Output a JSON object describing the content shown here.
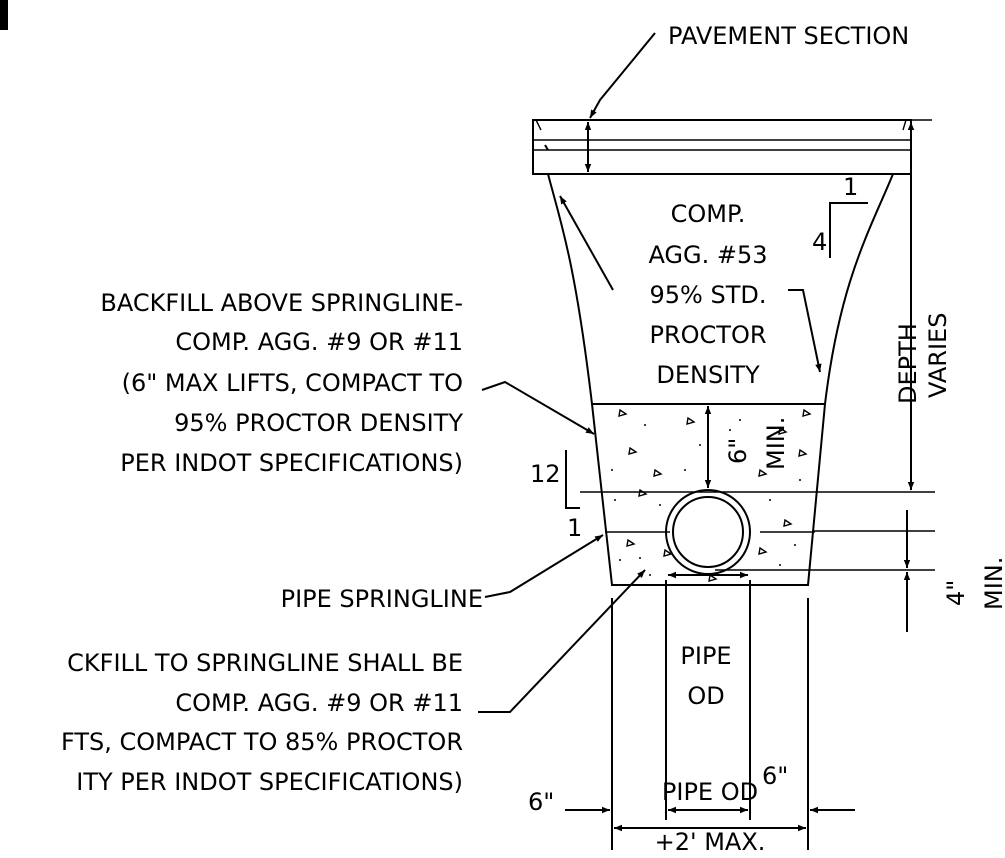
{
  "labels": {
    "pavement_section": "PAVEMENT SECTION",
    "comp_agg_53": [
      "COMP.",
      "AGG. #53",
      "95% STD.",
      "PROCTOR",
      "DENSITY"
    ],
    "slope_top_run": "1",
    "slope_top_rise": "4",
    "depth_varies": [
      "DEPTH",
      "VARIES"
    ],
    "backfill_above": [
      "BACKFILL ABOVE SPRINGLINE-",
      "COMP. AGG. #9 OR #11",
      "(6\" MAX LIFTS, COMPACT TO",
      "95% PROCTOR DENSITY",
      "PER INDOT SPECIFICATIONS)"
    ],
    "min_6": [
      "6\"",
      "MIN."
    ],
    "slope_side_rise": "12",
    "slope_side_run": "1",
    "pipe_springline": "PIPE SPRINGLINE",
    "backfill_below": [
      "CKFILL TO SPRINGLINE SHALL BE",
      "COMP. AGG. #9 OR #11",
      "FTS, COMPACT TO 85% PROCTOR",
      "ITY PER INDOT SPECIFICATIONS)"
    ],
    "min_4": [
      "4\"",
      "MIN."
    ],
    "pipe_od": [
      "PIPE",
      "OD"
    ],
    "side_left": "6\"",
    "side_right": "6\"",
    "trench_width": [
      "PIPE OD",
      "+2' MAX."
    ]
  },
  "colors": {
    "line": "#000000",
    "background": "#ffffff"
  }
}
